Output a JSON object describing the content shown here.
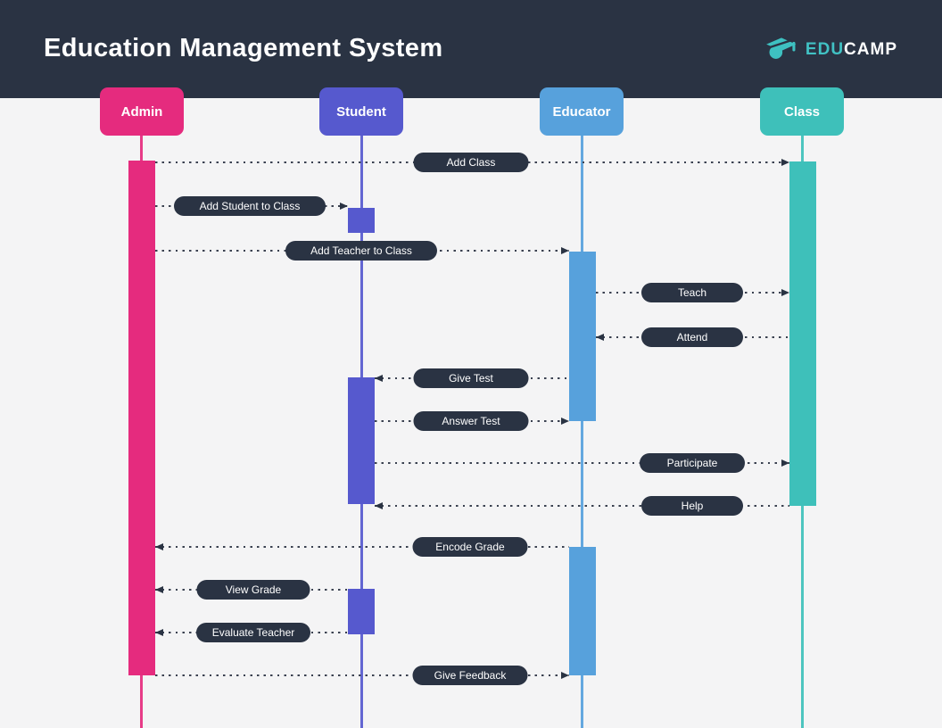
{
  "header": {
    "title": "Education Management System",
    "logo": {
      "icon": "graduation-cap-icon",
      "edu": "EDU",
      "camp": "CAMP"
    }
  },
  "actors": [
    {
      "id": "admin",
      "label": "Admin",
      "color": "#E52B7E"
    },
    {
      "id": "student",
      "label": "Student",
      "color": "#5659CE"
    },
    {
      "id": "educator",
      "label": "Educator",
      "color": "#57A1DC"
    },
    {
      "id": "class",
      "label": "Class",
      "color": "#3EC0BA"
    }
  ],
  "messages": [
    {
      "label": "Add Class",
      "from": "admin",
      "to": "class",
      "direction": "right"
    },
    {
      "label": "Add Student to Class",
      "from": "admin",
      "to": "student",
      "direction": "right"
    },
    {
      "label": "Add Teacher to Class",
      "from": "admin",
      "to": "educator",
      "direction": "right"
    },
    {
      "label": "Teach",
      "from": "educator",
      "to": "class",
      "direction": "right"
    },
    {
      "label": "Attend",
      "from": "class",
      "to": "educator",
      "direction": "left"
    },
    {
      "label": "Give Test",
      "from": "educator",
      "to": "student",
      "direction": "left"
    },
    {
      "label": "Answer Test",
      "from": "student",
      "to": "educator",
      "direction": "right"
    },
    {
      "label": "Participate",
      "from": "student",
      "to": "class",
      "direction": "right"
    },
    {
      "label": "Help",
      "from": "class",
      "to": "student",
      "direction": "left"
    },
    {
      "label": "Encode Grade",
      "from": "educator",
      "to": "admin",
      "direction": "left"
    },
    {
      "label": "View Grade",
      "from": "student",
      "to": "admin",
      "direction": "left"
    },
    {
      "label": "Evaluate Teacher",
      "from": "student",
      "to": "admin",
      "direction": "left"
    },
    {
      "label": "Give Feedback",
      "from": "admin",
      "to": "educator",
      "direction": "right"
    }
  ],
  "colors": {
    "header_bg": "#2A3343",
    "pill_bg": "#2A3343",
    "background": "#F4F4F5",
    "admin_pink": "#E52B7E",
    "student_purple": "#5659CE",
    "educator_blue": "#57A1DC",
    "class_teal": "#3EC0BA",
    "logo_teal": "#41C2C4",
    "dotted_line": "#3A4150"
  }
}
